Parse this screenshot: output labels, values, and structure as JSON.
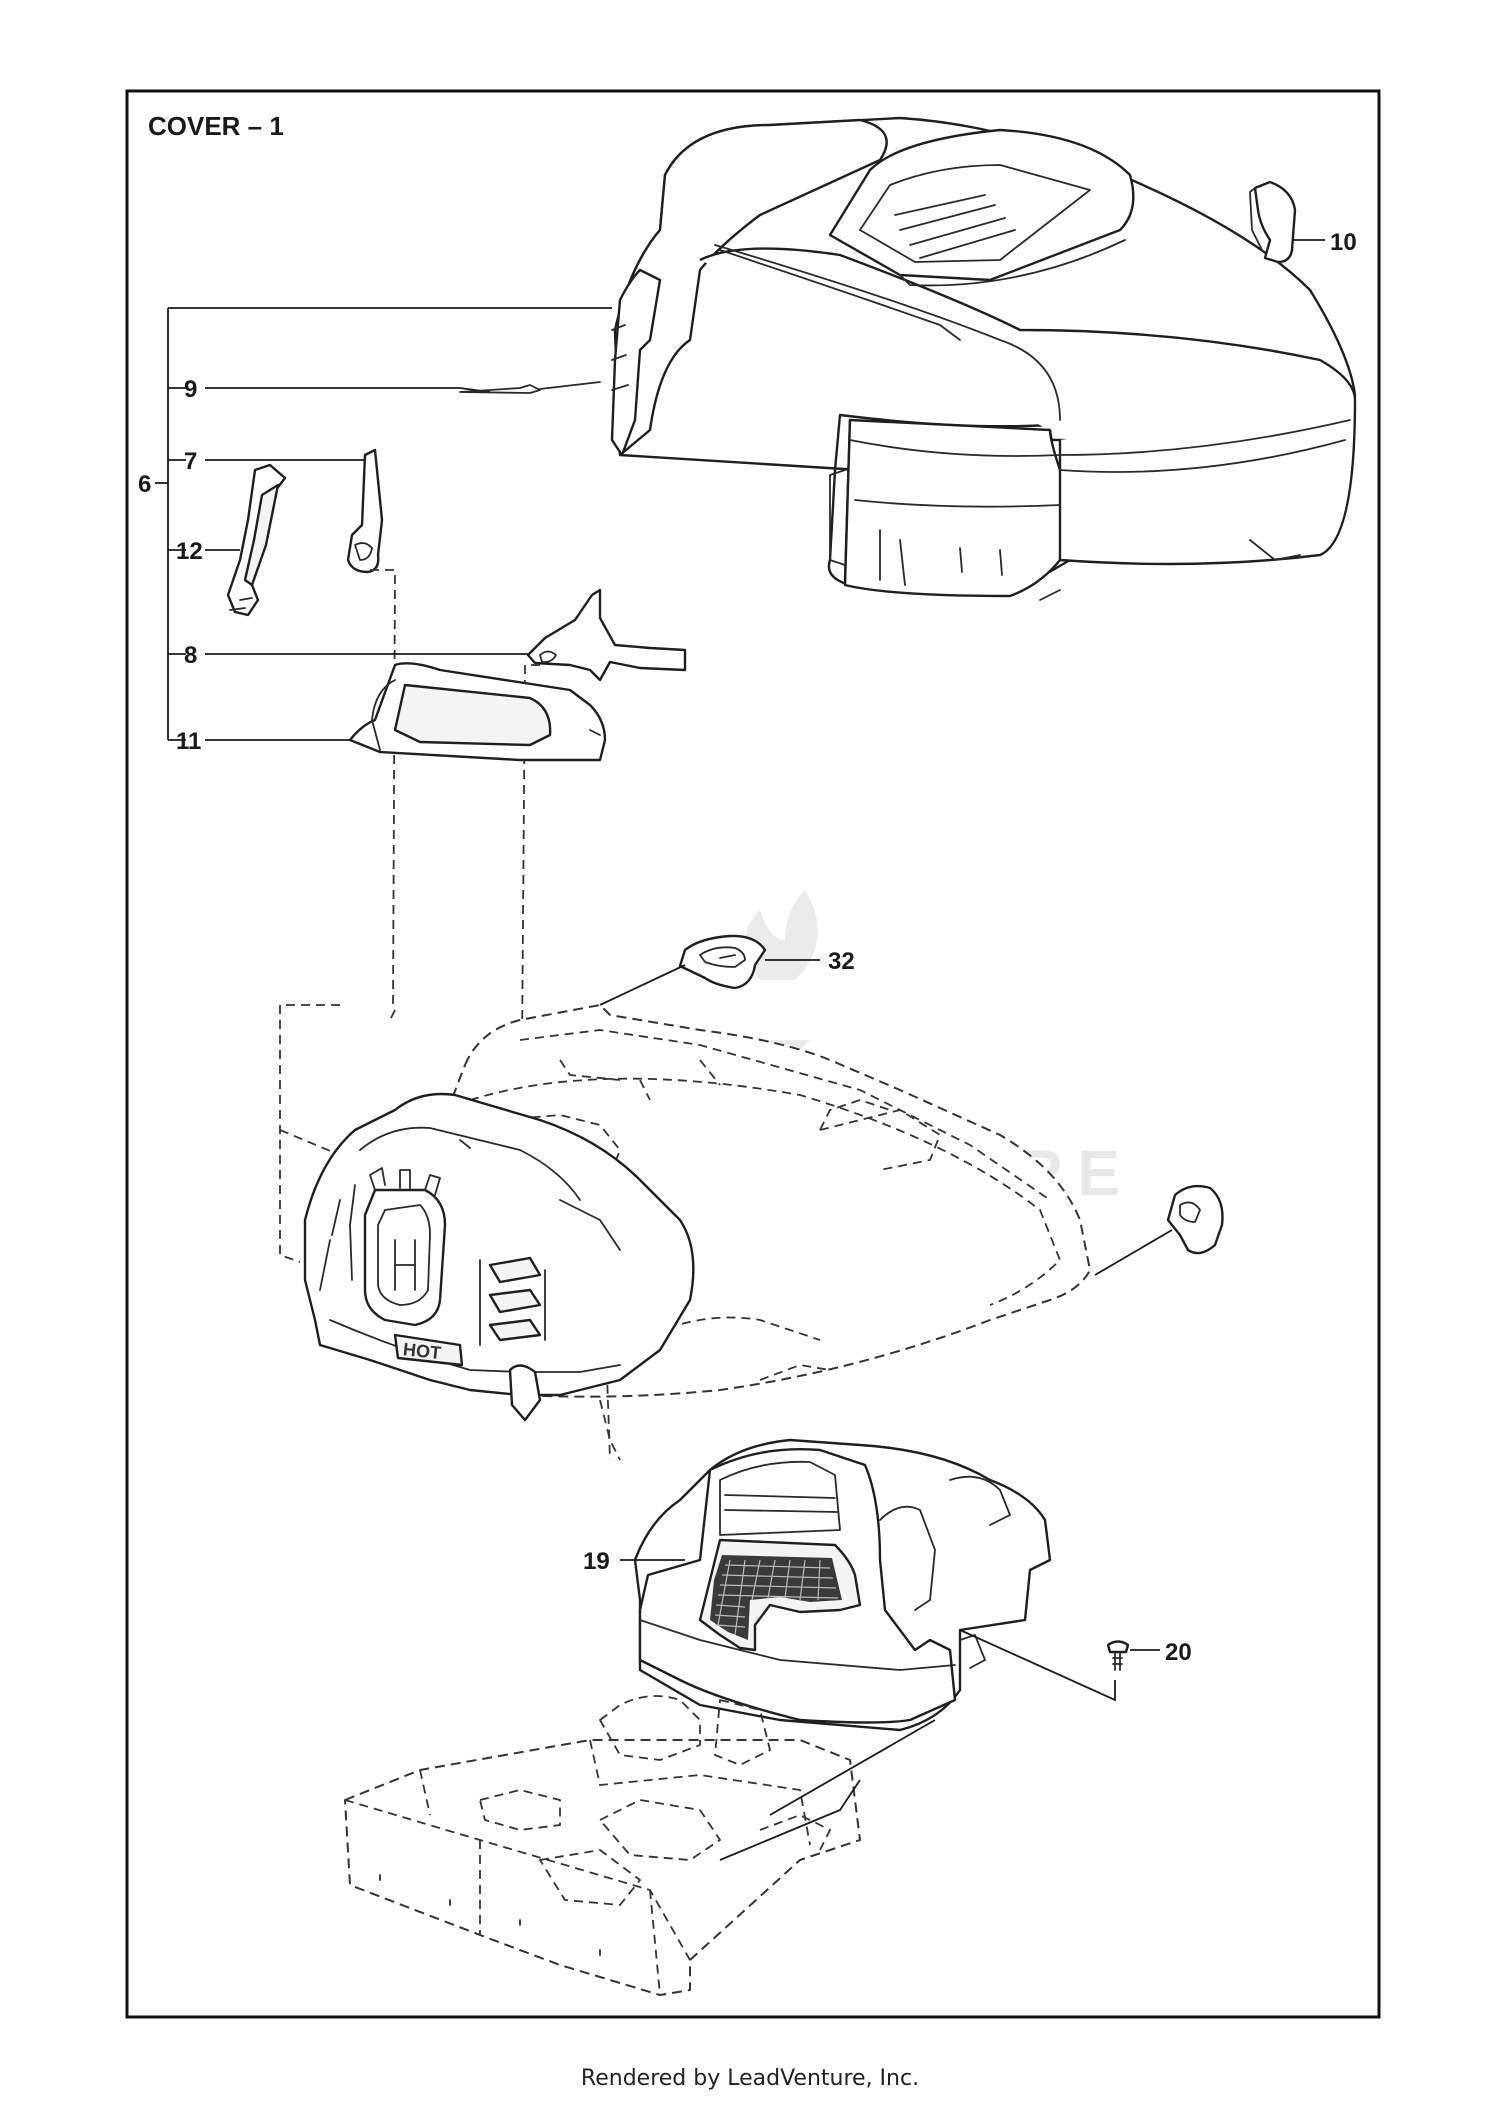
{
  "diagram": {
    "title": "COVER – 1",
    "footer": "Rendered by LeadVenture, Inc.",
    "watermark": "LEADVENTURE",
    "callouts": {
      "c6": "6",
      "c7": "7",
      "c8": "8",
      "c9": "9",
      "c10": "10",
      "c11": "11",
      "c12": "12",
      "c19": "19",
      "c20": "20",
      "c32": "32"
    }
  }
}
